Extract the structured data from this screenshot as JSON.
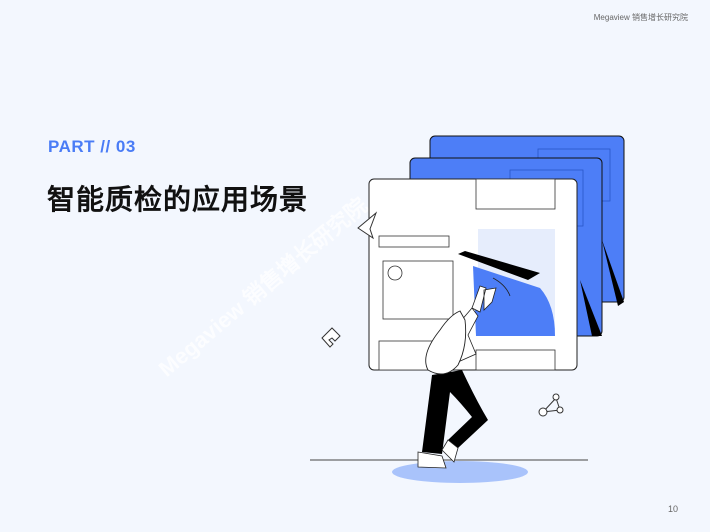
{
  "header": {
    "brand": "Megaview 销售增长研究院"
  },
  "section": {
    "part_label": "PART // 03",
    "title": "智能质检的应用场景"
  },
  "footer": {
    "page_number": "10"
  },
  "watermark": "Megaview 销售增长研究院",
  "colors": {
    "accent": "#4a7cf6",
    "background": "#f3f7fe"
  }
}
